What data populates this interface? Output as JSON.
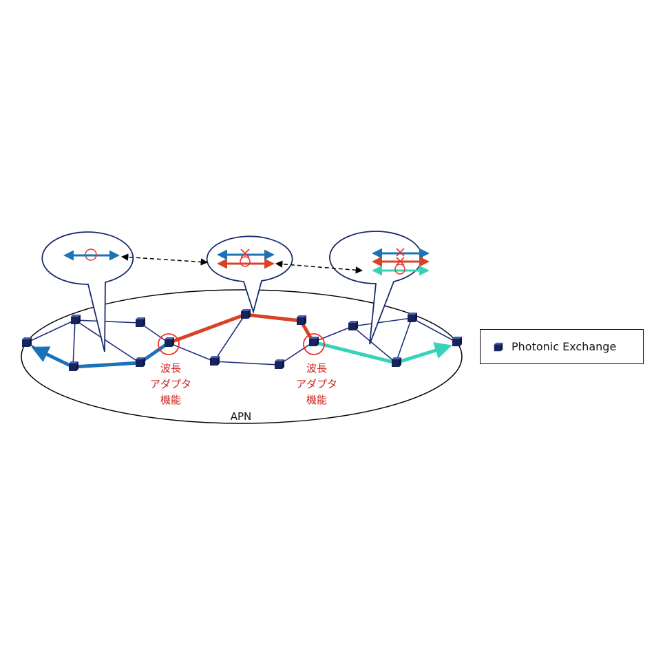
{
  "network": {
    "name": "APN",
    "function_label_lines": [
      "波長",
      "アダプタ",
      "機能"
    ]
  },
  "legend": {
    "label": "Photonic Exchange",
    "icon": "cube-node-icon"
  },
  "colors": {
    "node": "#1a2a7a",
    "link": "#1f2f7a",
    "path_blue": "#1a73b8",
    "path_red": "#d94325",
    "path_teal": "#35d3b8",
    "marker": "#e8312a"
  }
}
